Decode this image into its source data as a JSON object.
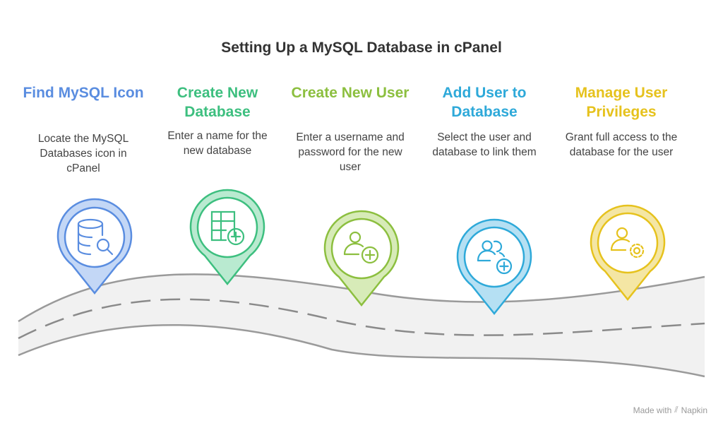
{
  "title": "Setting Up a MySQL Database in cPanel",
  "steps": [
    {
      "title": "Find MySQL Icon",
      "description": "Locate the MySQL Databases icon in cPanel",
      "icon": "database-search-icon",
      "color": "#5a8de0"
    },
    {
      "title": "Create New Database",
      "description": "Enter a name for the new database",
      "icon": "table-add-icon",
      "color": "#3dbf7f"
    },
    {
      "title": "Create New User",
      "description": "Enter a username and password for the new user",
      "icon": "user-add-icon",
      "color": "#8cbf3f"
    },
    {
      "title": "Add User to Database",
      "description": "Select the user and database to link them",
      "icon": "users-add-icon",
      "color": "#2ea9d9"
    },
    {
      "title": "Manage User Privileges",
      "description": "Grant full access to the database for the user",
      "icon": "user-settings-icon",
      "color": "#e6c21d"
    }
  ],
  "footer": {
    "text": "Made with",
    "brand": "Napkin"
  }
}
